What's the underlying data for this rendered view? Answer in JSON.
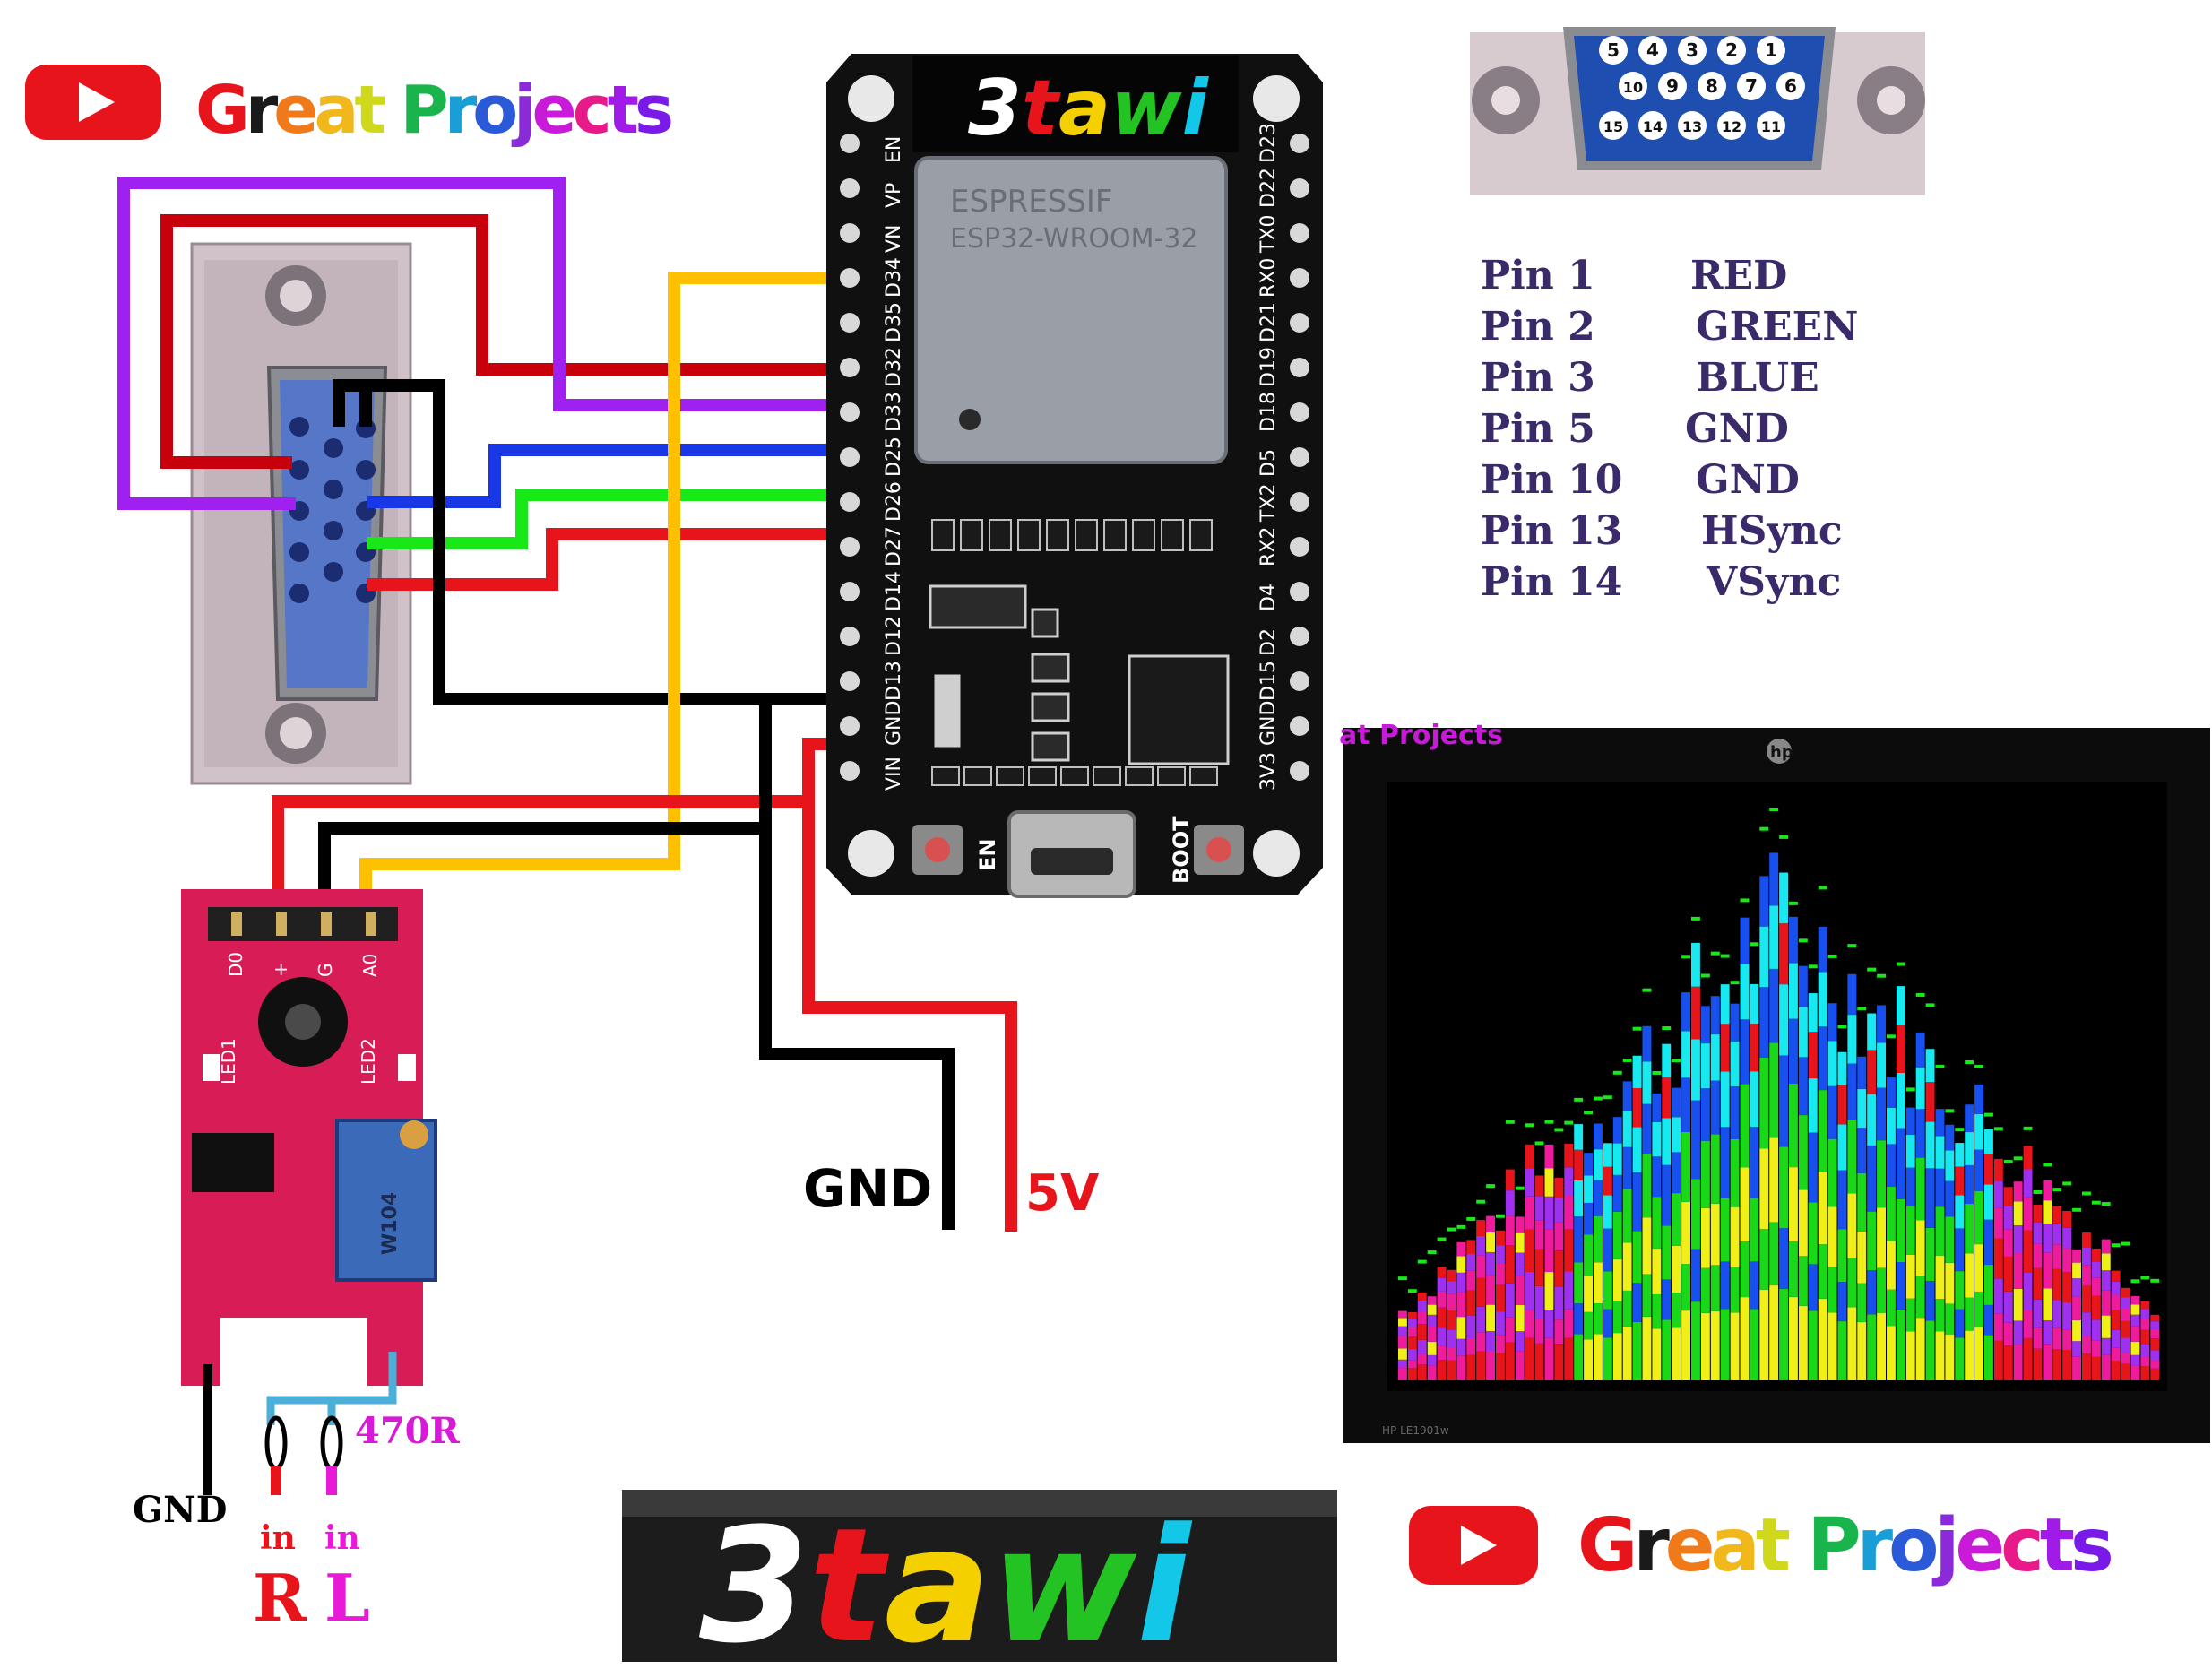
{
  "brand": {
    "channel_name": "Great Projects",
    "board_logo": "3tawi",
    "logo_letters": [
      {
        "ch": "3",
        "color": "#ffffff"
      },
      {
        "ch": "t",
        "color": "#e8141c"
      },
      {
        "ch": "a",
        "color": "#f5d000"
      },
      {
        "ch": "w",
        "color": "#22c322"
      },
      {
        "ch": "i",
        "color": "#12c7e8"
      }
    ],
    "channel_letter_colors": [
      "#e8141c",
      "#1a1a1a",
      "#f07a1a",
      "#f0b81a",
      "#cfd81a",
      "#4cc21a",
      "#1ab44c",
      "#1a9ed8",
      "#2a5ad8",
      "#8a2ad8",
      "#c81ad8",
      "#e81a8a",
      "#a01ae8",
      "#7a1ae8"
    ],
    "youtube_icon_color": "#e8141c"
  },
  "esp32": {
    "module_brand": "ESPRESSIF",
    "module_model": "ESP32-WROOM-32",
    "left_pins": [
      "EN",
      "VP",
      "VN",
      "D34",
      "D35",
      "D32",
      "D33",
      "D25",
      "D26",
      "D27",
      "D14",
      "D12",
      "D13",
      "GND",
      "VIN"
    ],
    "right_pins": [
      "D23",
      "D22",
      "TX0",
      "RX0",
      "D21",
      "D19",
      "D18",
      "D5",
      "TX2",
      "RX2",
      "D4",
      "D2",
      "D15",
      "GND",
      "3V3"
    ],
    "button_en": "EN",
    "button_boot": "BOOT"
  },
  "vga_connector": {
    "row1": [
      "5",
      "4",
      "3",
      "2",
      "1"
    ],
    "row2": [
      "10",
      "9",
      "8",
      "7",
      "6"
    ],
    "row3": [
      "15",
      "14",
      "13",
      "12",
      "11"
    ]
  },
  "pin_table": [
    {
      "pin": "Pin 1",
      "signal": "RED"
    },
    {
      "pin": "Pin 2",
      "signal": "GREEN"
    },
    {
      "pin": "Pin 3",
      "signal": "BLUE"
    },
    {
      "pin": "Pin 5",
      "signal": "GND"
    },
    {
      "pin": "Pin 10",
      "signal": "GND"
    },
    {
      "pin": "Pin 13",
      "signal": "HSync"
    },
    {
      "pin": "Pin 14",
      "signal": "VSync"
    }
  ],
  "sound_module": {
    "header_pins": [
      "D0",
      "+",
      "G",
      "A0"
    ],
    "led1": "LED1",
    "led2": "LED2",
    "pot_code": "W104",
    "resistor": "470R",
    "input_right": {
      "top": "in",
      "bottom": "R"
    },
    "input_left": {
      "top": "in",
      "bottom": "L"
    },
    "gnd": "GND"
  },
  "power_labels": {
    "gnd": "GND",
    "five_v": "5V"
  },
  "wire_colors": {
    "red": "#e8141c",
    "green": "#18e818",
    "blue": "#1838e8",
    "purple": "#a020f0",
    "black": "#000000",
    "yellow": "#ffc000",
    "cyan": "#4ab0d8"
  },
  "monitor": {
    "brand_logo": "hp",
    "overlay_text": "at Projects",
    "model_text": "HP LE1901w",
    "spectrum_colors": [
      "#e8141c",
      "#ee1c9c",
      "#a030f0",
      "#f0f018",
      "#18d818",
      "#1850f0",
      "#18e8f0"
    ]
  }
}
